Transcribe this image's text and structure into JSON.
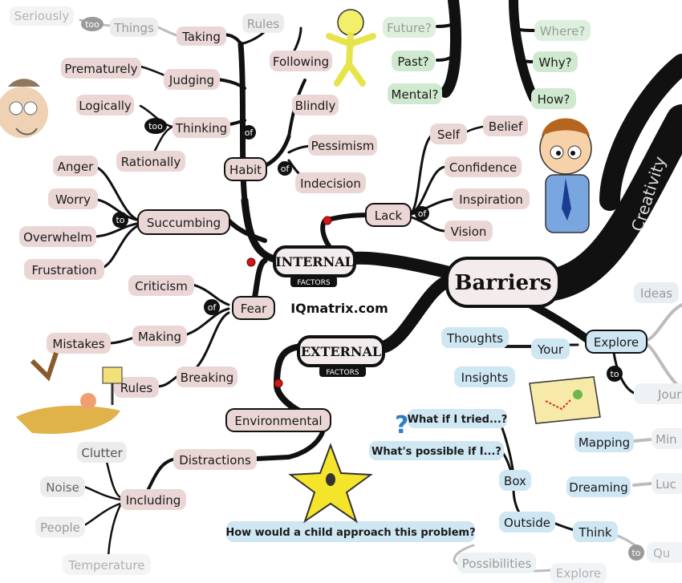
{
  "central": "Barriers",
  "branch_creativity": "Creativity",
  "internal": {
    "title": "INTERNAL",
    "sub": "FACTORS"
  },
  "external": {
    "title": "EXTERNAL",
    "sub": "FACTORS"
  },
  "brand": "IQmatrix.com",
  "habit": {
    "label": "Habit",
    "of": "of",
    "taking": "Taking",
    "things": "Things",
    "too_a": "too",
    "seriously": "Seriously",
    "following": "Following",
    "rules": "Rules",
    "blindly": "Blindly",
    "pessimism": "Pessimism",
    "indecision": "Indecision",
    "judging": "Judging",
    "prematurely": "Prematurely",
    "thinking": "Thinking",
    "too_b": "too",
    "logically": "Logically",
    "rationally": "Rationally"
  },
  "succumbing": {
    "label": "Succumbing",
    "to": "to",
    "items": [
      "Anger",
      "Worry",
      "Overwhelm",
      "Frustration"
    ]
  },
  "fear": {
    "label": "Fear",
    "of": "of",
    "criticism": "Criticism",
    "making": "Making",
    "mistakes": "Mistakes",
    "breaking": "Breaking",
    "rules": "Rules"
  },
  "lack": {
    "label": "Lack",
    "of": "of",
    "self": "Self",
    "belief": "Belief",
    "confidence": "Confidence",
    "inspiration": "Inspiration",
    "vision": "Vision"
  },
  "questions_top": {
    "future": "Future?",
    "past": "Past?",
    "mental": "Mental?",
    "where": "Where?",
    "why": "Why?",
    "how": "How?"
  },
  "environmental": {
    "label": "Environmental",
    "distractions": "Distractions",
    "including": "Including",
    "items": [
      "Clutter",
      "Noise",
      "People",
      "Temperature"
    ]
  },
  "explore": {
    "label": "Explore",
    "your": "Your",
    "thoughts": "Thoughts",
    "insights": "Insights",
    "ideas": "Ideas",
    "to": "to",
    "journey": "Journey"
  },
  "box": {
    "what_if": "What if I tried...?",
    "whats_possible": "What's possible if I...?",
    "box": "Box",
    "outside": "Outside",
    "think": "Think",
    "child": "How would a child approach this problem?",
    "possibilities": "Possibilities",
    "explore": "Explore",
    "to": "to",
    "qu": "Qu"
  },
  "right_side": {
    "mapping": "Mapping",
    "min": "Min",
    "dreaming": "Dreaming",
    "luc": "Luc"
  },
  "colors": {
    "branch": "#111111",
    "pink_box": "#ead7d5",
    "green_box": "#cfe9cf",
    "blue_box": "#cfe6f3",
    "ink": "#1a1a1a",
    "red_dot": "#d01818"
  }
}
